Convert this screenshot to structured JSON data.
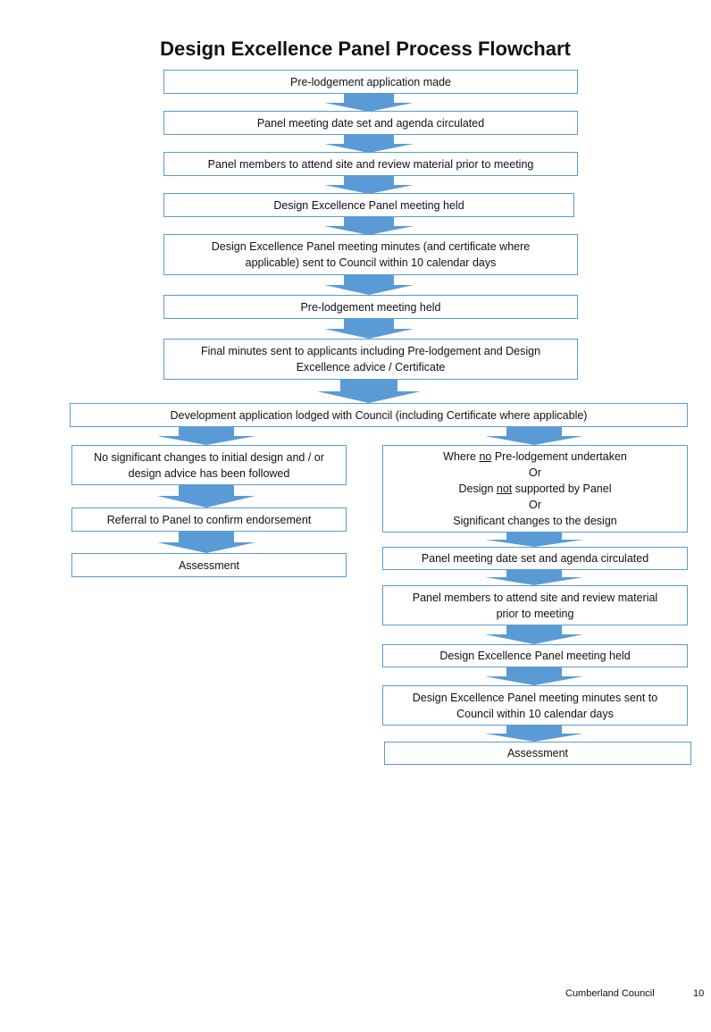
{
  "title": "Design Excellence Panel Process Flowchart",
  "steps": {
    "s1": "Pre-lodgement application made",
    "s2": "Panel meeting date set and agenda circulated",
    "s3": "Panel members to attend site and review material prior to meeting",
    "s4": "Design Excellence Panel meeting held",
    "s5": "Design Excellence Panel meeting minutes (and certificate where applicable) sent to Council within 10 calendar days",
    "s6": "Pre-lodgement meeting held",
    "s7": "Final minutes sent to applicants including Pre-lodgement and Design Excellence advice / Certificate",
    "s8": "Development application lodged with Council (including Certificate where applicable)"
  },
  "left_branch": {
    "l1": "No significant changes to initial design and / or design advice has been followed",
    "l2": "Referral to Panel to confirm endorsement",
    "l3": "Assessment"
  },
  "right_branch": {
    "r1": {
      "line1_pre": "Where ",
      "line1_u": "no",
      "line1_post": " Pre-lodgement undertaken",
      "or1": "Or",
      "line2_pre": "Design ",
      "line2_u": "not",
      "line2_post": " supported by Panel",
      "or2": "Or",
      "line3": "Significant changes to the design"
    },
    "r2": "Panel meeting date set and agenda circulated",
    "r3": "Panel members to attend site and review material prior to meeting",
    "r4": "Design Excellence Panel meeting held",
    "r5": "Design Excellence Panel meeting minutes sent to Council within 10 calendar days",
    "r6": "Assessment"
  },
  "footer": {
    "organisation": "Cumberland Council",
    "page_number": "10"
  },
  "colors": {
    "box_border": "#5b9bd5",
    "arrow_fill": "#5b9bd5"
  }
}
